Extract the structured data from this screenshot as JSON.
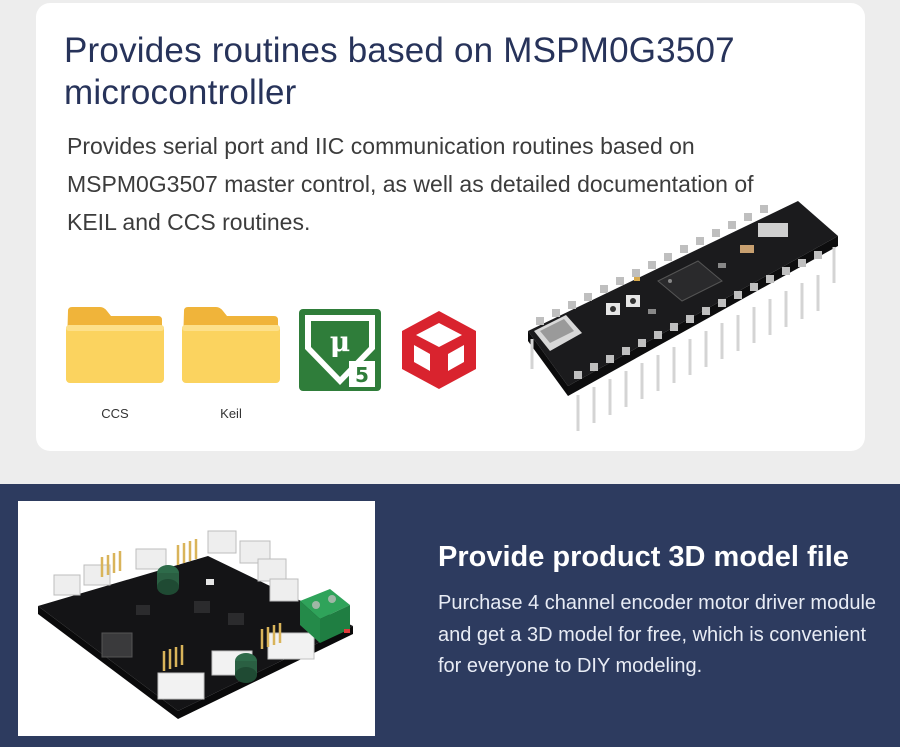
{
  "top_section": {
    "title": "Provides routines based on MSPM0G3507 microcontroller",
    "description": "Provides serial port and IIC communication routines based on MSPM0G3507 master control, as well as detailed documentation of KEIL and CCS routines.",
    "icons": [
      {
        "name": "folder-icon",
        "label": "CCS"
      },
      {
        "name": "folder-icon",
        "label": "Keil"
      },
      {
        "name": "keil-uvision-icon",
        "label": ""
      },
      {
        "name": "ccs-cube-icon",
        "label": ""
      }
    ],
    "colors": {
      "title": "#27335a",
      "folder": "#f7c84a",
      "keil_green": "#2f7d3a",
      "cube_red": "#d9232e"
    }
  },
  "bottom_section": {
    "title": "Provide product 3D model file",
    "description": "Purchase 4 channel encoder motor driver module and get a 3D model for free, which is convenient for everyone to DIY modeling.",
    "colors": {
      "band": "#2d3b5f"
    }
  }
}
